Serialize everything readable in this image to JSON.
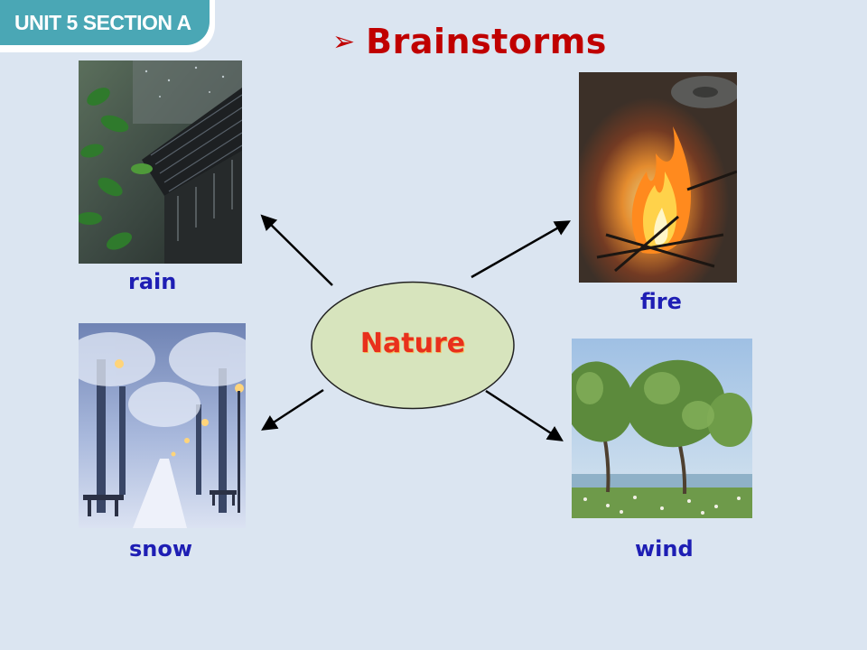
{
  "header": {
    "unit_label": "UNIT 5 SECTION A",
    "title": "Brainstorms"
  },
  "center": {
    "label": "Nature"
  },
  "captions": {
    "rain": "rain",
    "fire": "fire",
    "snow": "snow",
    "wind": "wind"
  },
  "colors": {
    "title": "#c00000",
    "caption": "#1e1eb4",
    "center_text": "#e8301c",
    "tab": "#4aa7b5",
    "ellipse_fill": "#d6e4bc",
    "background": "#dbe5f1"
  }
}
